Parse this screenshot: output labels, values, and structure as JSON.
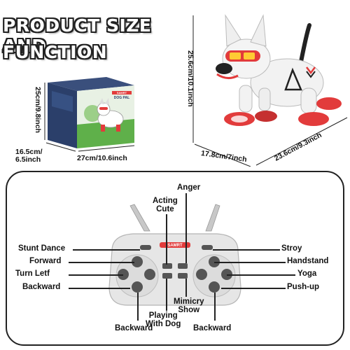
{
  "header": {
    "title_line1": "PRODUCT SIZE AND",
    "title_line2": "FUNCTION"
  },
  "box": {
    "brand": "SAMRT",
    "name": "DOG PAL",
    "height_label": "25cm/9.8inch",
    "depth_label": "16.5cm/\n6.5inch",
    "width_label": "27cm/10.6inch"
  },
  "dog": {
    "height_label": "25.6cm/10.1inch",
    "depth_label": "17.8cm/7inch",
    "length_label": "23.6cm/9.3inch"
  },
  "remote": {
    "brand": "SAMRT",
    "labels": {
      "anger": "Anger",
      "acting_cute": "Acting\nCute",
      "stunt_dance": "Stunt Dance",
      "forward": "Forward",
      "turn_left": "Turn Letf",
      "backward_left": "Backward",
      "stroy": "Stroy",
      "handstand": "Handstand",
      "yoga": "Yoga",
      "push_up": "Push-up",
      "mimicry_show": "Mimicry\nShow",
      "playing_with_dog": "Playing\nWith Dog",
      "backward_bottom_left": "Backward",
      "backward_bottom_right": "Backward"
    }
  },
  "colors": {
    "accent_red": "#e23b3b",
    "box_blue": "#2b3f6a",
    "box_green": "#5fb04a",
    "robot_white": "#f2f2f2",
    "remote_gray": "#e6e6e6",
    "text_dark": "#111111"
  }
}
